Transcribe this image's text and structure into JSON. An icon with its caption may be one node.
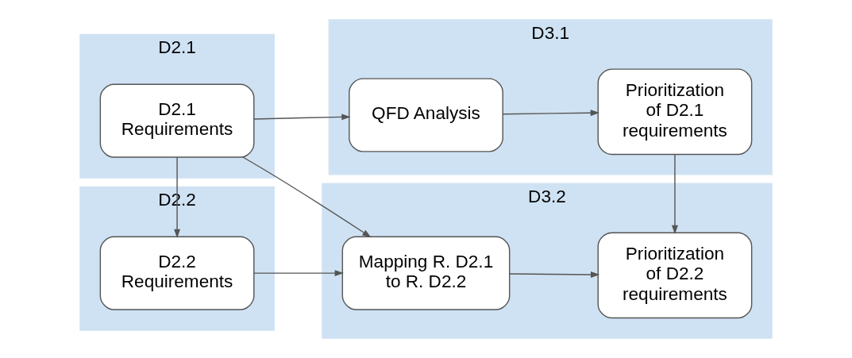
{
  "diagram": {
    "nodes": [
      {
        "text": [
          "D2.1"
        ]
      },
      {
        "text": [
          "D2.1 Requirements"
        ],
        "in": 0
      },
      {
        "text": [
          "D3.1"
        ]
      },
      {
        "text": [
          "QFD Analysis"
        ],
        "in": 2
      },
      {
        "text": [
          "Prioritization of D2.1 requirements"
        ],
        "in": 2
      },
      {
        "text": [
          "D2.2"
        ]
      },
      {
        "text": [
          "D2.2 Requirements"
        ],
        "in": 5
      },
      {
        "text": [
          "D3.2"
        ]
      },
      {
        "text": [
          "Mapping R. D2.1 to R. D2.2"
        ],
        "in": 7
      },
      {
        "text": [
          "Prioritization of D2.2 requirements"
        ],
        "in": 7
      }
    ],
    "edges": [
      {
        "from": 1,
        "to": 3,
        "arrow": "to"
      },
      {
        "from": 3,
        "to": 4,
        "arrow": "to"
      },
      {
        "from": 1,
        "to": 6,
        "arrow": "to"
      },
      {
        "from": 1,
        "to": 8,
        "arrow": "to"
      },
      {
        "from": 4,
        "to": 9,
        "arrow": "to"
      },
      {
        "from": 6,
        "to": 8,
        "arrow": "to"
      },
      {
        "from": 8,
        "to": 9,
        "arrow": "to"
      }
    ]
  }
}
